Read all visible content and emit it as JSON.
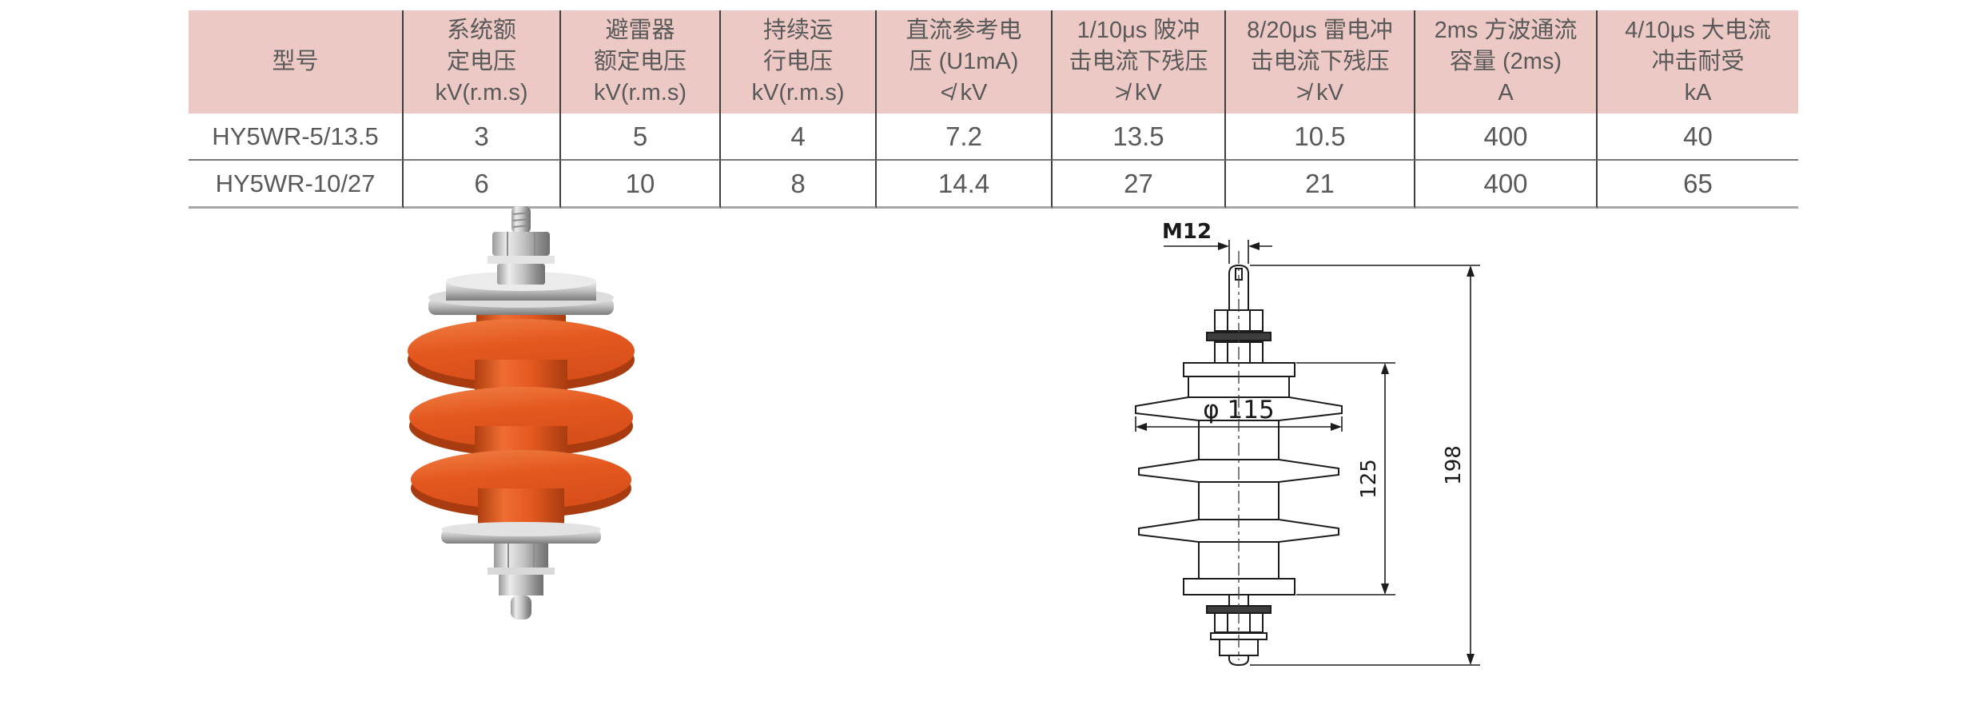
{
  "table": {
    "header_bg": "#ecc9c5",
    "columns": [
      "型号",
      "系统额\n定电压\nkV(r.m.s)",
      "避雷器\n额定电压\nkV(r.m.s)",
      "持续运\n行电压\nkV(r.m.s)",
      "直流参考电\n压 (U1mA)\n≮ kV",
      "1/10μs 陂冲\n击电流下残压\n≯ kV",
      "8/20μs 雷电冲\n击电流下残压\n≯ kV",
      "2ms 方波通流\n容量 (2ms)\nA",
      "4/10μs 大电流\n冲击耐受\nkA"
    ],
    "rows": [
      {
        "cells": [
          "HY5WR-5/13.5",
          "3",
          "5",
          "4",
          "7.2",
          "13.5",
          "10.5",
          "400",
          "40"
        ]
      },
      {
        "cells": [
          "HY5WR-10/27",
          "6",
          "10",
          "8",
          "14.4",
          "27",
          "21",
          "400",
          "65"
        ]
      }
    ]
  },
  "drawing": {
    "labels": {
      "thread": "M12",
      "diameter": "φ 115",
      "body_height": "125",
      "total_height": "198"
    }
  },
  "photo": {
    "colors": {
      "housing_orange": "#e4581f",
      "housing_shadow": "#a83c10",
      "metal": "#cfcfcf"
    }
  }
}
